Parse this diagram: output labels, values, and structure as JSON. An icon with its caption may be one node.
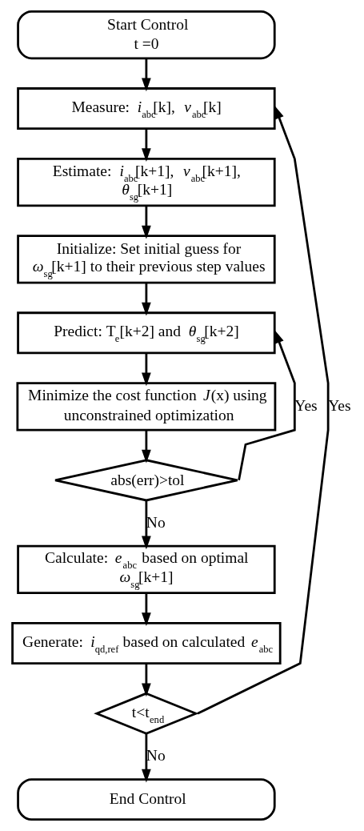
{
  "diagram": {
    "nodes": [
      {
        "text": [
          "Start Control t =0"
        ]
      },
      {
        "text": [
          "Measure: *i*$_{abc}$[k], *v*$_{abc}$[k]"
        ]
      },
      {
        "text": [
          "Estimate: *i*$_{abc}$[k+1], *v*$_{abc}$[k+1], *θ*$_{sg}$[k+1]"
        ]
      },
      {
        "text": [
          "Initialize: Set initial guess for *ω*$_{sg}$[k+1] to their previous step values"
        ]
      },
      {
        "text": [
          "Predict: T$_{e}$[k+2] and *θ*$_{sg}$[k+2]"
        ]
      },
      {
        "text": [
          "Minimize the cost function *J*(x) using unconstrained optimization"
        ]
      },
      {
        "text": [
          "abs(err)>tol"
        ]
      },
      {
        "text": [
          "Calculate: *e*$_{abc}$ based on optimal *ω*$_{sg}$[k+1]"
        ]
      },
      {
        "text": [
          "Generate: *i*$_{qd,ref}$ based on calculated *e*$_{abc}$"
        ]
      },
      {
        "text": [
          "t<t$_{end}$"
        ]
      },
      {
        "text": [
          "End Control"
        ]
      }
    ],
    "edges": [
      {
        "from": 0,
        "to": 1,
        "arrow": "to"
      },
      {
        "from": 1,
        "to": 2,
        "arrow": "to"
      },
      {
        "from": 2,
        "to": 3,
        "arrow": "to"
      },
      {
        "from": 3,
        "to": 4,
        "arrow": "to"
      },
      {
        "from": 4,
        "to": 5,
        "arrow": "to"
      },
      {
        "from": 5,
        "to": 6,
        "arrow": "to"
      },
      {
        "from": 6,
        "to": 4,
        "arrow": "to",
        "label": "Yes"
      },
      {
        "from": 6,
        "to": 7,
        "arrow": "to",
        "label": "No"
      },
      {
        "from": 7,
        "to": 8,
        "arrow": "to"
      },
      {
        "from": 8,
        "to": 9,
        "arrow": "to"
      },
      {
        "from": 9,
        "to": 1,
        "arrow": "to",
        "label": "Yes"
      },
      {
        "from": 9,
        "to": 10,
        "arrow": "to",
        "label": "No"
      }
    ]
  }
}
